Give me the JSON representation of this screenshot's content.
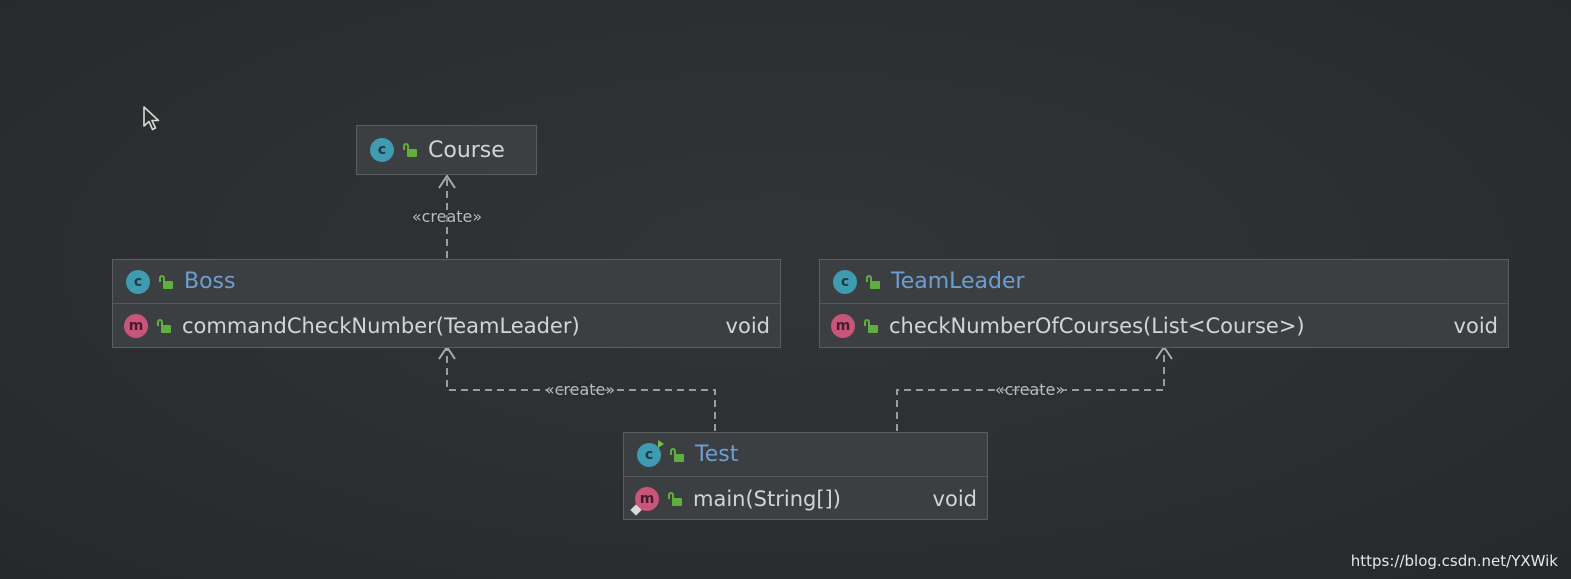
{
  "diagram": {
    "nodes": {
      "course": {
        "kind_icon": "class-icon",
        "kind_letter": "c",
        "visibility_icon": "public-lock-icon",
        "name": "Course",
        "members": []
      },
      "boss": {
        "kind_icon": "class-icon",
        "kind_letter": "c",
        "visibility_icon": "public-lock-icon",
        "name": "Boss",
        "members": [
          {
            "kind_icon": "method-icon",
            "kind_letter": "m",
            "signature": "commandCheckNumber(TeamLeader)",
            "type": "void"
          }
        ]
      },
      "teamleader": {
        "kind_icon": "class-icon",
        "kind_letter": "c",
        "visibility_icon": "public-lock-icon",
        "name": "TeamLeader",
        "members": [
          {
            "kind_icon": "method-icon",
            "kind_letter": "m",
            "signature": "checkNumberOfCourses(List<Course>)",
            "type": "void"
          }
        ]
      },
      "test": {
        "kind_icon": "runnable-class-icon",
        "kind_letter": "c",
        "visibility_icon": "public-lock-icon",
        "name": "Test",
        "members": [
          {
            "kind_icon": "main-method-icon",
            "kind_letter": "m",
            "signature": "main(String[])",
            "type": "void"
          }
        ]
      }
    },
    "edges": [
      {
        "from": "boss",
        "to": "course",
        "stereotype": "«create»"
      },
      {
        "from": "test",
        "to": "boss",
        "stereotype": "«create»"
      },
      {
        "from": "test",
        "to": "teamleader",
        "stereotype": "«create»"
      }
    ],
    "colors": {
      "background": "#2b2d2f",
      "node_fill": "#3c3f41",
      "node_border": "#5b5e60",
      "class_name": "#6d9ed2",
      "text": "#d2d4d6",
      "class_icon": "#3f9bb0",
      "method_icon": "#c8557a",
      "visibility_icon": "#5fae3e",
      "edge": "#9a9c9e"
    }
  },
  "watermark": "https://blog.csdn.net/YXWik"
}
